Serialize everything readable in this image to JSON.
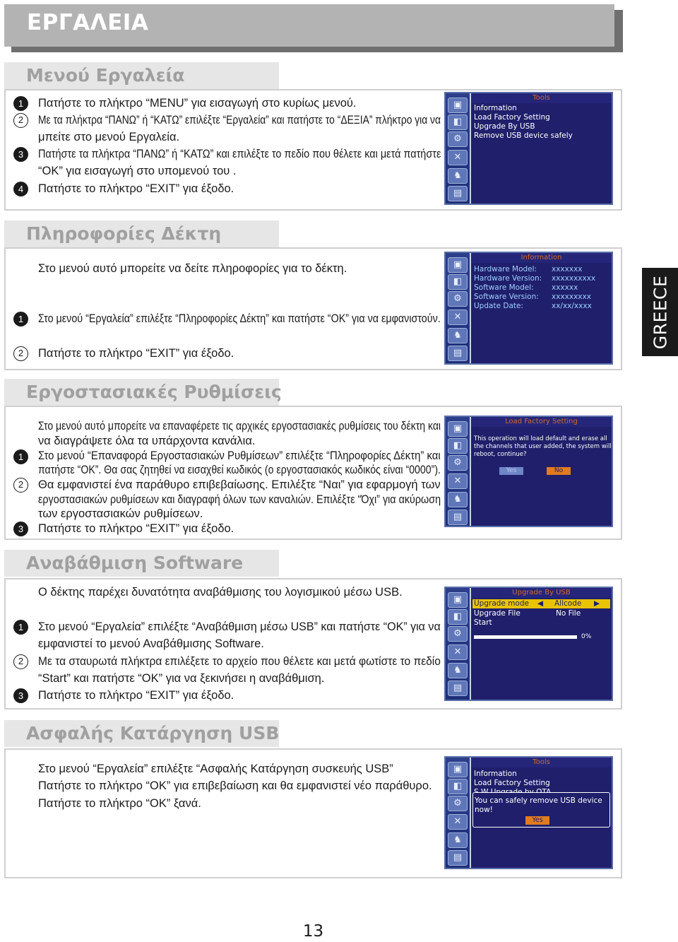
{
  "header": {
    "title": "ΕΡΓΑΛΕΙΑ"
  },
  "side_tab": "GREECE",
  "page_number": "13",
  "sections": [
    {
      "heading": "Μενού Εργαλεία",
      "lines": [
        "Πατήστε το πλήκτρο “MENU” για εισαγωγή στο κυρίως μενού.",
        "Με τα πλήκτρα “ΠΑΝΩ” ή “ΚΑΤΩ” επιλέξτε “Εργαλεία” και πατήστε το “ΔΕΞΙΑ” πλήκτρο για να",
        "μπείτε στο μενού Εργαλεία.",
        "Πατήστε τα πλήκτρα “ΠΑΝΩ” ή “ΚΑΤΩ” και επιλέξτε το πεδίο που θέλετε και μετά πατήστε",
        "“OK” για εισαγωγή στο υπομενού του .",
        "Πατήστε το πλήκτρο “EXIT” για έξοδο."
      ],
      "numbers": [
        "1",
        "2",
        "3",
        "4"
      ],
      "screen": {
        "title": "Tools",
        "items": [
          "Information",
          "Load Factory Setting",
          "Upgrade By USB",
          "Remove USB device safely"
        ]
      }
    },
    {
      "heading": "Πληροφορίες Δέκτη",
      "intro": "Στο μενού αυτό μπορείτε να δείτε πληροφορίες για το δέκτη.",
      "lines": [
        "Στο μενού “Εργαλεία” επιλέξτε “Πληροφορίες Δέκτη” και πατήστε “ΟΚ” για να εμφανιστούν.",
        "Πατήστε το πλήκτρο “EXIT” για έξοδο."
      ],
      "numbers": [
        "1",
        "2"
      ],
      "screen": {
        "title": "Information",
        "rows": [
          {
            "label": "Hardware Model:",
            "value": "xxxxxxx"
          },
          {
            "label": "Hardware Version:",
            "value": "xxxxxxxxxx"
          },
          {
            "label": "Software Model:",
            "value": "xxxxxx"
          },
          {
            "label": "Software Version:",
            "value": "xxxxxxxxx"
          },
          {
            "label": "Update Date:",
            "value": "xx/xx/xxxx"
          }
        ]
      }
    },
    {
      "heading": "Εργοστασιακές Ρυθμίσεις",
      "lines": [
        "Στο μενού αυτό μπορείτε να επαναφέρετε τις αρχικές εργοστασιακές ρυθμίσεις του δέκτη και",
        "να διαγράψετε όλα τα υπάρχοντα κανάλια.",
        "Στο μενού “Επαναφορά Εργοστασιακών Ρυθμίσεων” επιλέξτε “Πληροφορίες Δέκτη” και",
        "πατήστε “ΟΚ”. Θα σας ζητηθεί να εισαχθεί κωδικός (ο εργοστασιακός κωδικός είναι “0000”).",
        "Θα εμφανιστεί ένα παράθυρο επιβεβαίωσης. Επιλέξτε “Ναι” για εφαρμογή των",
        "εργοστασιακών ρυθμίσεων και διαγραφή όλων των καναλιών. Επιλέξτε “Όχι” για ακύρωση",
        "των εργοστασιακών ρυθμίσεων.",
        "Πατήστε το πλήκτρο “EXIT” για έξοδο."
      ],
      "numbers": [
        "1",
        "2",
        "3"
      ],
      "screen": {
        "title": "Load Factory Setting",
        "message": [
          "This operation will load default and erase all",
          "the channels that user added, the system will",
          "reboot, continue?"
        ],
        "yes": "Yes",
        "no": "No"
      }
    },
    {
      "heading": "Αναβάθμιση Software",
      "intro": "Ο δέκτης παρέχει δυνατότητα αναβάθμισης του λογισμικού μέσω USB.",
      "lines": [
        "Στο μενού “Εργαλεία” επιλέξτε “Αναβάθμιση μέσω USB” και πατήστε “OK” για να",
        "εμφανιστεί το μενού Αναβάθμισης Software.",
        "Με τα σταυρωτά πλήκτρα επιλέξετε το αρχείο που θέλετε και μετά φωτίστε το πεδίο",
        "“Start” και πατήστε “OK” για να ξεκινήσει η αναβάθμιση.",
        "Πατήστε το πλήκτρο “EXIT” για έξοδο."
      ],
      "numbers": [
        "1",
        "2",
        "3"
      ],
      "screen": {
        "title": "Upgrade By USB",
        "mode_label": "Upgrade mode",
        "mode_value": "Allcode",
        "file_label": "Upgrade File",
        "file_value": "No File",
        "start_label": "Start",
        "progress_text": "0%",
        "progress": 0
      }
    },
    {
      "heading": "Ασφαλής Κατάργηση USB",
      "lines": [
        "Στο μενού “Εργαλεία” επιλέξτε “Ασφαλής Κατάργηση συσκευής USB”",
        "Πατήστε το πλήκτρο “OK” για επιβεβαίωση και θα εμφανιστεί νέο παράθυρο.",
        "Πατήστε το πλήκτρο “OK” ξανά."
      ],
      "screen": {
        "title": "Tools",
        "items": [
          "Information",
          "Load Factory Setting",
          "S.W Upgrade by OTA"
        ],
        "popup": [
          "You can safely remove USB device",
          "now!"
        ],
        "yes": "Yes"
      }
    }
  ]
}
